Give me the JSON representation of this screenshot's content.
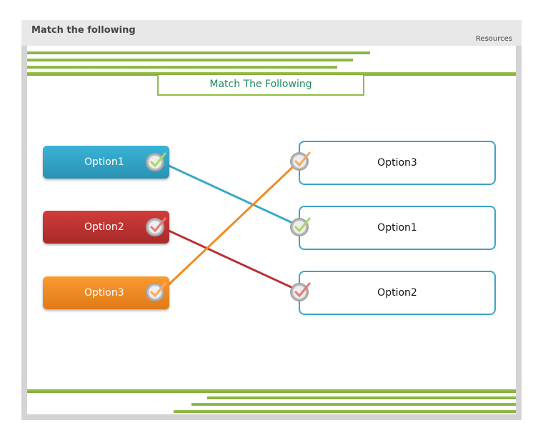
{
  "header": {
    "title": "Match the following",
    "resources_link": "Resources"
  },
  "activity_title": "Match The Following",
  "left_options": [
    {
      "label": "Option1",
      "color": "#2ea3c6"
    },
    {
      "label": "Option2",
      "color": "#bf3434"
    },
    {
      "label": "Option3",
      "color": "#f08a24"
    }
  ],
  "right_options": [
    {
      "label": "Option3"
    },
    {
      "label": "Option1"
    },
    {
      "label": "Option2"
    }
  ],
  "matches": [
    {
      "from": "Option1",
      "to": "Option1",
      "color": "#3aa9c6"
    },
    {
      "from": "Option2",
      "to": "Option2",
      "color": "#b83232"
    },
    {
      "from": "Option3",
      "to": "Option3",
      "color": "#ef8a24"
    }
  ]
}
